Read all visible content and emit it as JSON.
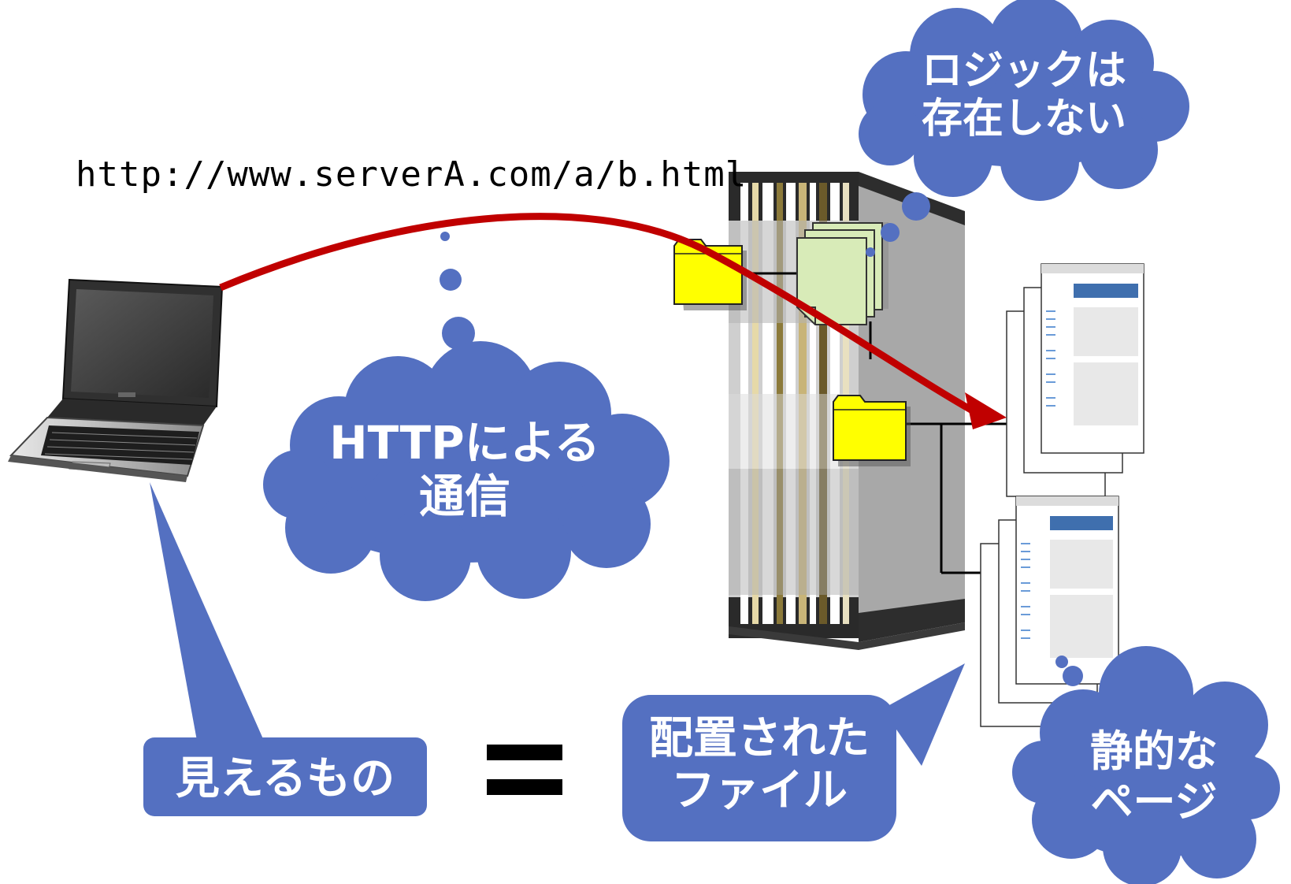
{
  "url_text": "http://www.serverA.com/a/b.html",
  "callouts": {
    "http": {
      "line1": "HTTPによる",
      "line2": "通信"
    },
    "logic": {
      "line1": "ロジックは",
      "line2": "存在しない"
    },
    "visible": {
      "text": "見えるもの"
    },
    "files": {
      "line1": "配置された",
      "line2": "ファイル"
    },
    "static": {
      "line1": "静的な",
      "line2": "ページ"
    }
  },
  "equals_symbol": "=",
  "colors": {
    "callout_blue": "#5470c1",
    "arrow_red": "#c00000",
    "folder_yellow": "#ffff00",
    "file_green": "#d8ebb8",
    "webpage_header": "#3f6fae"
  },
  "icons": [
    "laptop-icon",
    "server-icon",
    "folder-icon",
    "file-stack-icon",
    "webpage-stack-icon"
  ]
}
